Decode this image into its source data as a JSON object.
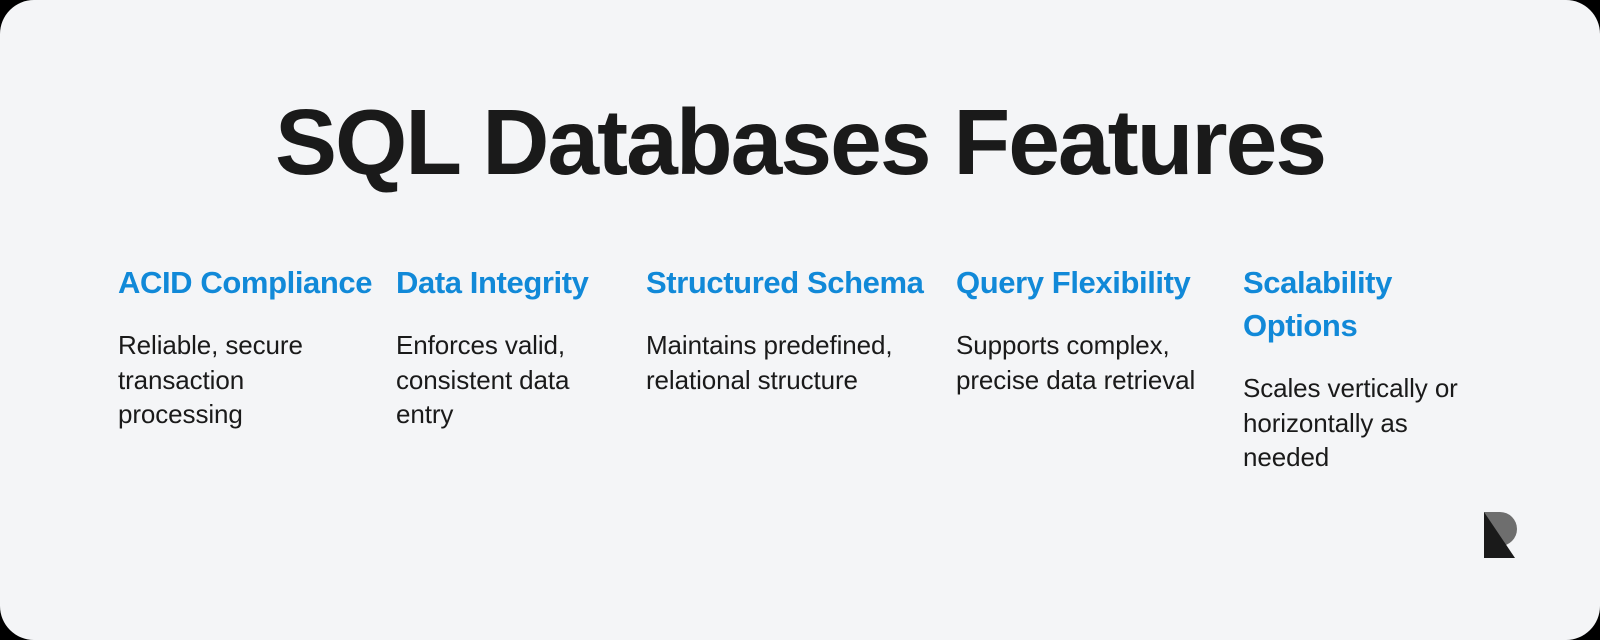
{
  "slide": {
    "title": "SQL Databases Features",
    "background_color": "#F4F5F7",
    "frame_color": "#000000",
    "accent_color": "#1189D8",
    "text_color": "#1A1A1A"
  },
  "features": [
    {
      "heading": "ACID Compliance",
      "body": "Reliable, secure transaction processing"
    },
    {
      "heading": "Data Integrity",
      "body": "Enforces valid, consistent data entry"
    },
    {
      "heading": "Structured Schema",
      "body": "Maintains predefined, relational structure"
    },
    {
      "heading": "Query Flexibility",
      "body": "Supports complex, precise data retrieval"
    },
    {
      "heading": "Scalability Options",
      "body": "Scales vertically or horizontally as needed"
    }
  ],
  "logo": {
    "name": "r-monogram-logo",
    "dark_color": "#1A1A1A",
    "light_color": "#6E6E6E"
  }
}
